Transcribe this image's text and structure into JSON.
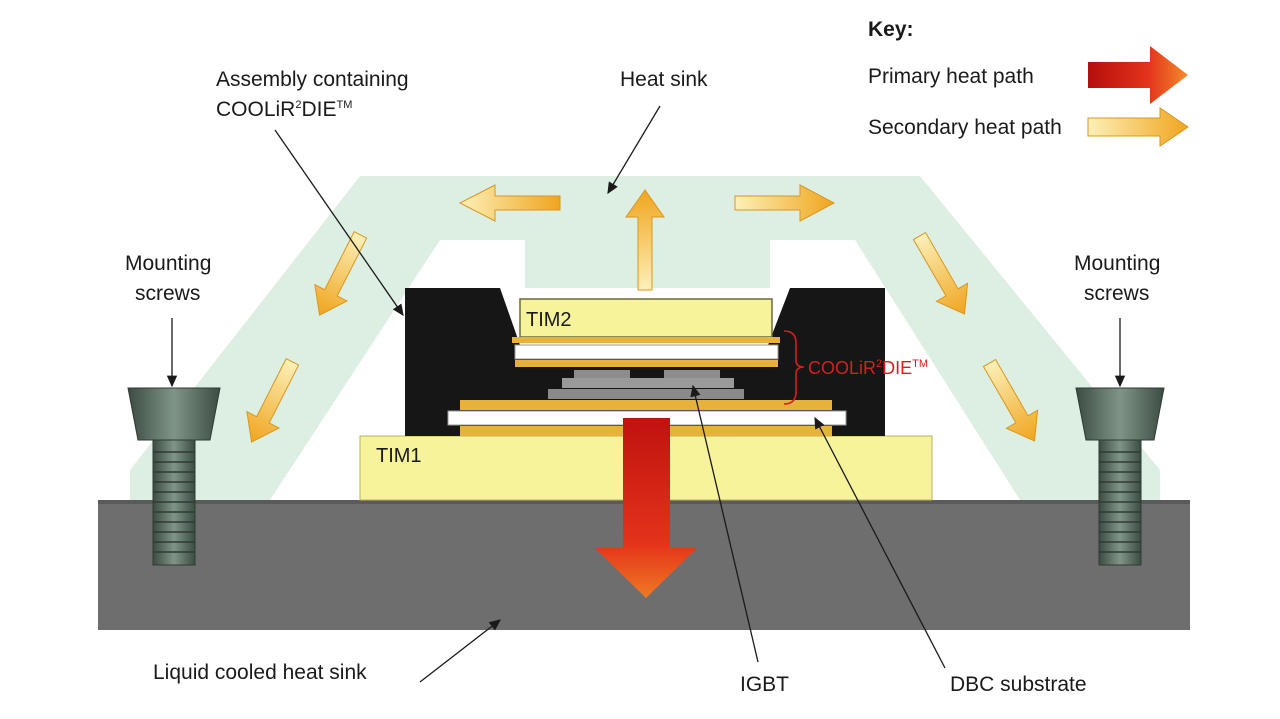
{
  "key": {
    "title": "Key:",
    "primary_label": "Primary heat path",
    "secondary_label": "Secondary heat path"
  },
  "labels": {
    "assembly_line1": "Assembly containing",
    "assembly_line2_main": "COOLiR",
    "assembly_line2_sup1": "2",
    "assembly_line2_mid": "DIE",
    "assembly_line2_sup2": "TM",
    "heat_sink_top": "Heat sink",
    "mounting_left_1": "Mounting",
    "mounting_left_2": "screws",
    "mounting_right_1": "Mounting",
    "mounting_right_2": "screws",
    "tim2": "TIM2",
    "tim1": "TIM1",
    "coolir_main": "COOLiR",
    "coolir_sup1": "2",
    "coolir_mid": "DIE",
    "coolir_sup2": "TM",
    "liquid_sink": "Liquid cooled heat sink",
    "igbt": "IGBT",
    "dbc": "DBC substrate"
  },
  "colors": {
    "heat_sink_fill": "#dcefe2",
    "base_fill": "#6e6e6e",
    "housing_fill": "#161616",
    "tim_fill": "#f6f39a",
    "gold_layer": "#e7b23a",
    "primary_arrow": "#d8261c",
    "secondary_arrow": "#f2b631",
    "screw_fill": "#52685a",
    "coolir_brace": "#d81e1e"
  }
}
